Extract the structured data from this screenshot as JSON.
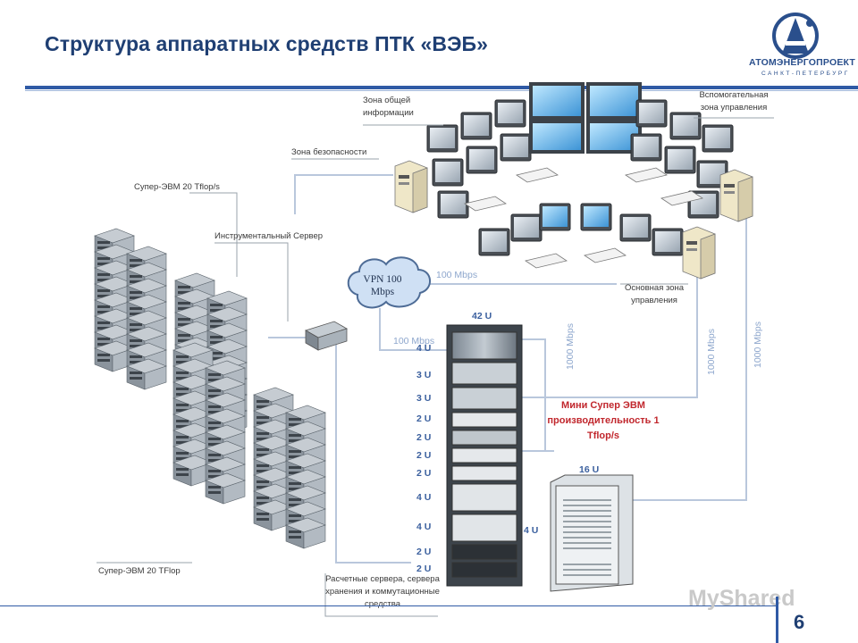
{
  "title": "Структура аппаратных средств ПТК «ВЭБ»",
  "logo": {
    "name": "АТОМЭНЕРГОПРОЕКТ",
    "sub": "САНКТ-ПЕТЕРБУРГ"
  },
  "labels": {
    "zone_general": "Зона общей информации",
    "zone_aux": "Вспомогательная зона управления",
    "zone_security": "Зона безопасности",
    "super_evm_top": "Супер-ЭВМ 20 Tflop/s",
    "tool_server": "Инструментальный Сервер",
    "zone_main": "Основная зона управления",
    "super_evm_bottom": "Супер-ЭВМ 20 TFlop",
    "calc_servers": "Расчетные сервера, сервера хранения и коммутационные средства",
    "vpn": "VPN 100 Mbps"
  },
  "links": {
    "l100a": "100 Mbps",
    "l100b": "100 Mbps",
    "l1000a": "1000 Mbps",
    "l1000b": "1000 Mbps",
    "l1000c": "1000 Mbps"
  },
  "rack": {
    "total": "42 U",
    "units": [
      "4 U",
      "3 U",
      "3 U",
      "2 U",
      "2 U",
      "2 U",
      "2 U",
      "4 U",
      "4 U",
      "2 U",
      "2 U"
    ],
    "side_unit": "4 U",
    "cabinet": "16 U"
  },
  "mini_super": "Мини Супер ЭВМ производительность 1 Tflop/s",
  "watermark": "MyShared",
  "page_number": "6",
  "colors": {
    "title": "#1f3f73",
    "accent": "#2f5aa5",
    "red": "#c1272d",
    "link": "#8ea7cd"
  }
}
